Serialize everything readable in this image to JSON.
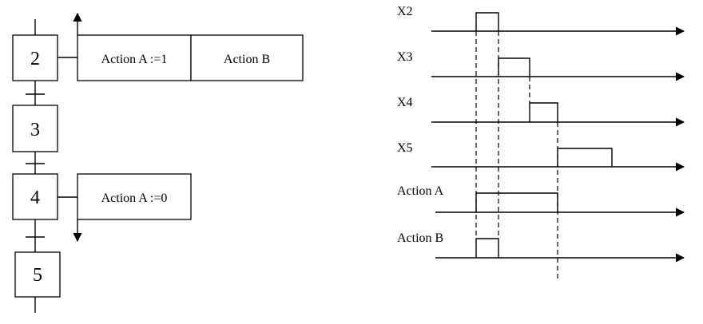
{
  "grafcet": {
    "steps": [
      {
        "id": "step-2",
        "label": "2"
      },
      {
        "id": "step-3",
        "label": "3"
      },
      {
        "id": "step-4",
        "label": "4"
      },
      {
        "id": "step-5",
        "label": "5"
      }
    ],
    "actions": {
      "step2_action_a": "Action A :=1",
      "step2_action_b": "Action B",
      "step4_action_a": "Action A :=0"
    }
  },
  "chronogram": {
    "signals": [
      {
        "name": "X2"
      },
      {
        "name": "X3"
      },
      {
        "name": "X4"
      },
      {
        "name": "X5"
      },
      {
        "name": "Action A"
      },
      {
        "name": "Action B"
      }
    ]
  }
}
